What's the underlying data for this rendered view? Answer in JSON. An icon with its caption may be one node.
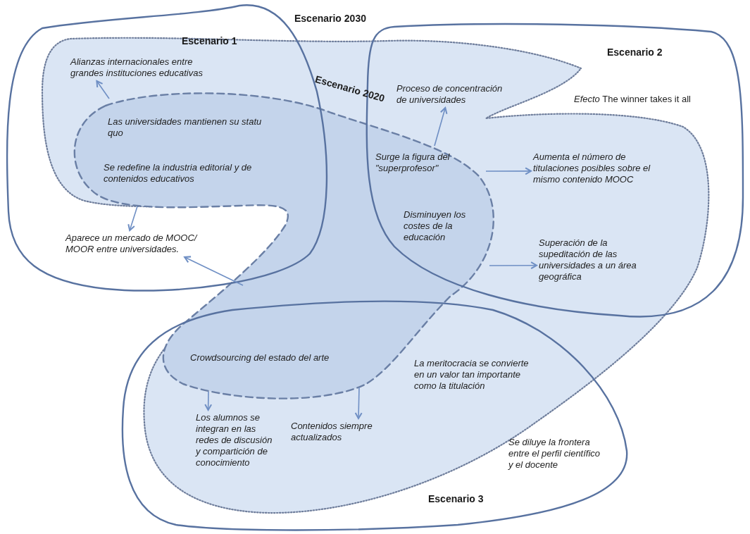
{
  "diagram": {
    "nodes": [
      {
        "text": [
          "Alianzas internacionales entre grandes instituciones educativas"
        ]
      },
      {
        "text": [
          "Aparece un mercado de MOOC/ MOOR entre universidades."
        ]
      },
      {
        "text": [
          "Proceso de concentración de universidades"
        ]
      },
      {
        "text": [
          "Aumenta el número de titulaciones posibles sobre el mismo contenido MOOC"
        ]
      },
      {
        "text": [
          "Superación de la supeditación de las universidades a un área geográfica"
        ]
      },
      {
        "text": [
          "Los alumnos se integran en las redes de discusión y compartición de conocimiento"
        ]
      },
      {
        "text": [
          "Contenidos siempre actualizados"
        ]
      }
    ],
    "edges": [
      {
        "from": null,
        "to": 0,
        "arrow": "to"
      },
      {
        "from": null,
        "to": 1,
        "arrow": "to"
      },
      {
        "from": null,
        "to": 1,
        "arrow": "to"
      },
      {
        "from": null,
        "to": 2,
        "arrow": "to"
      },
      {
        "from": null,
        "to": 3,
        "arrow": "to"
      },
      {
        "from": null,
        "to": 4,
        "arrow": "to"
      },
      {
        "from": null,
        "to": 5,
        "arrow": "to"
      },
      {
        "from": null,
        "to": 6,
        "arrow": "to"
      }
    ],
    "labels": [
      "Escenario 2030",
      "Escenario 1",
      "Escenario 2",
      "Escenario 2020",
      "*Efecto* The winner takes it all",
      "Las universidades mantienen su statu quo",
      "Surge la figura del \"superprofesor\"",
      "Se redefine la industria editorial y de contenidos educativos",
      "Disminuyen los costes de la educación",
      "Crowdsourcing del estado del arte",
      "La meritocracia se convierte en un valor tan importante como la titulación",
      "Se diluye la frontera entre el perfil científico y el docente",
      "Escenario 3"
    ]
  }
}
